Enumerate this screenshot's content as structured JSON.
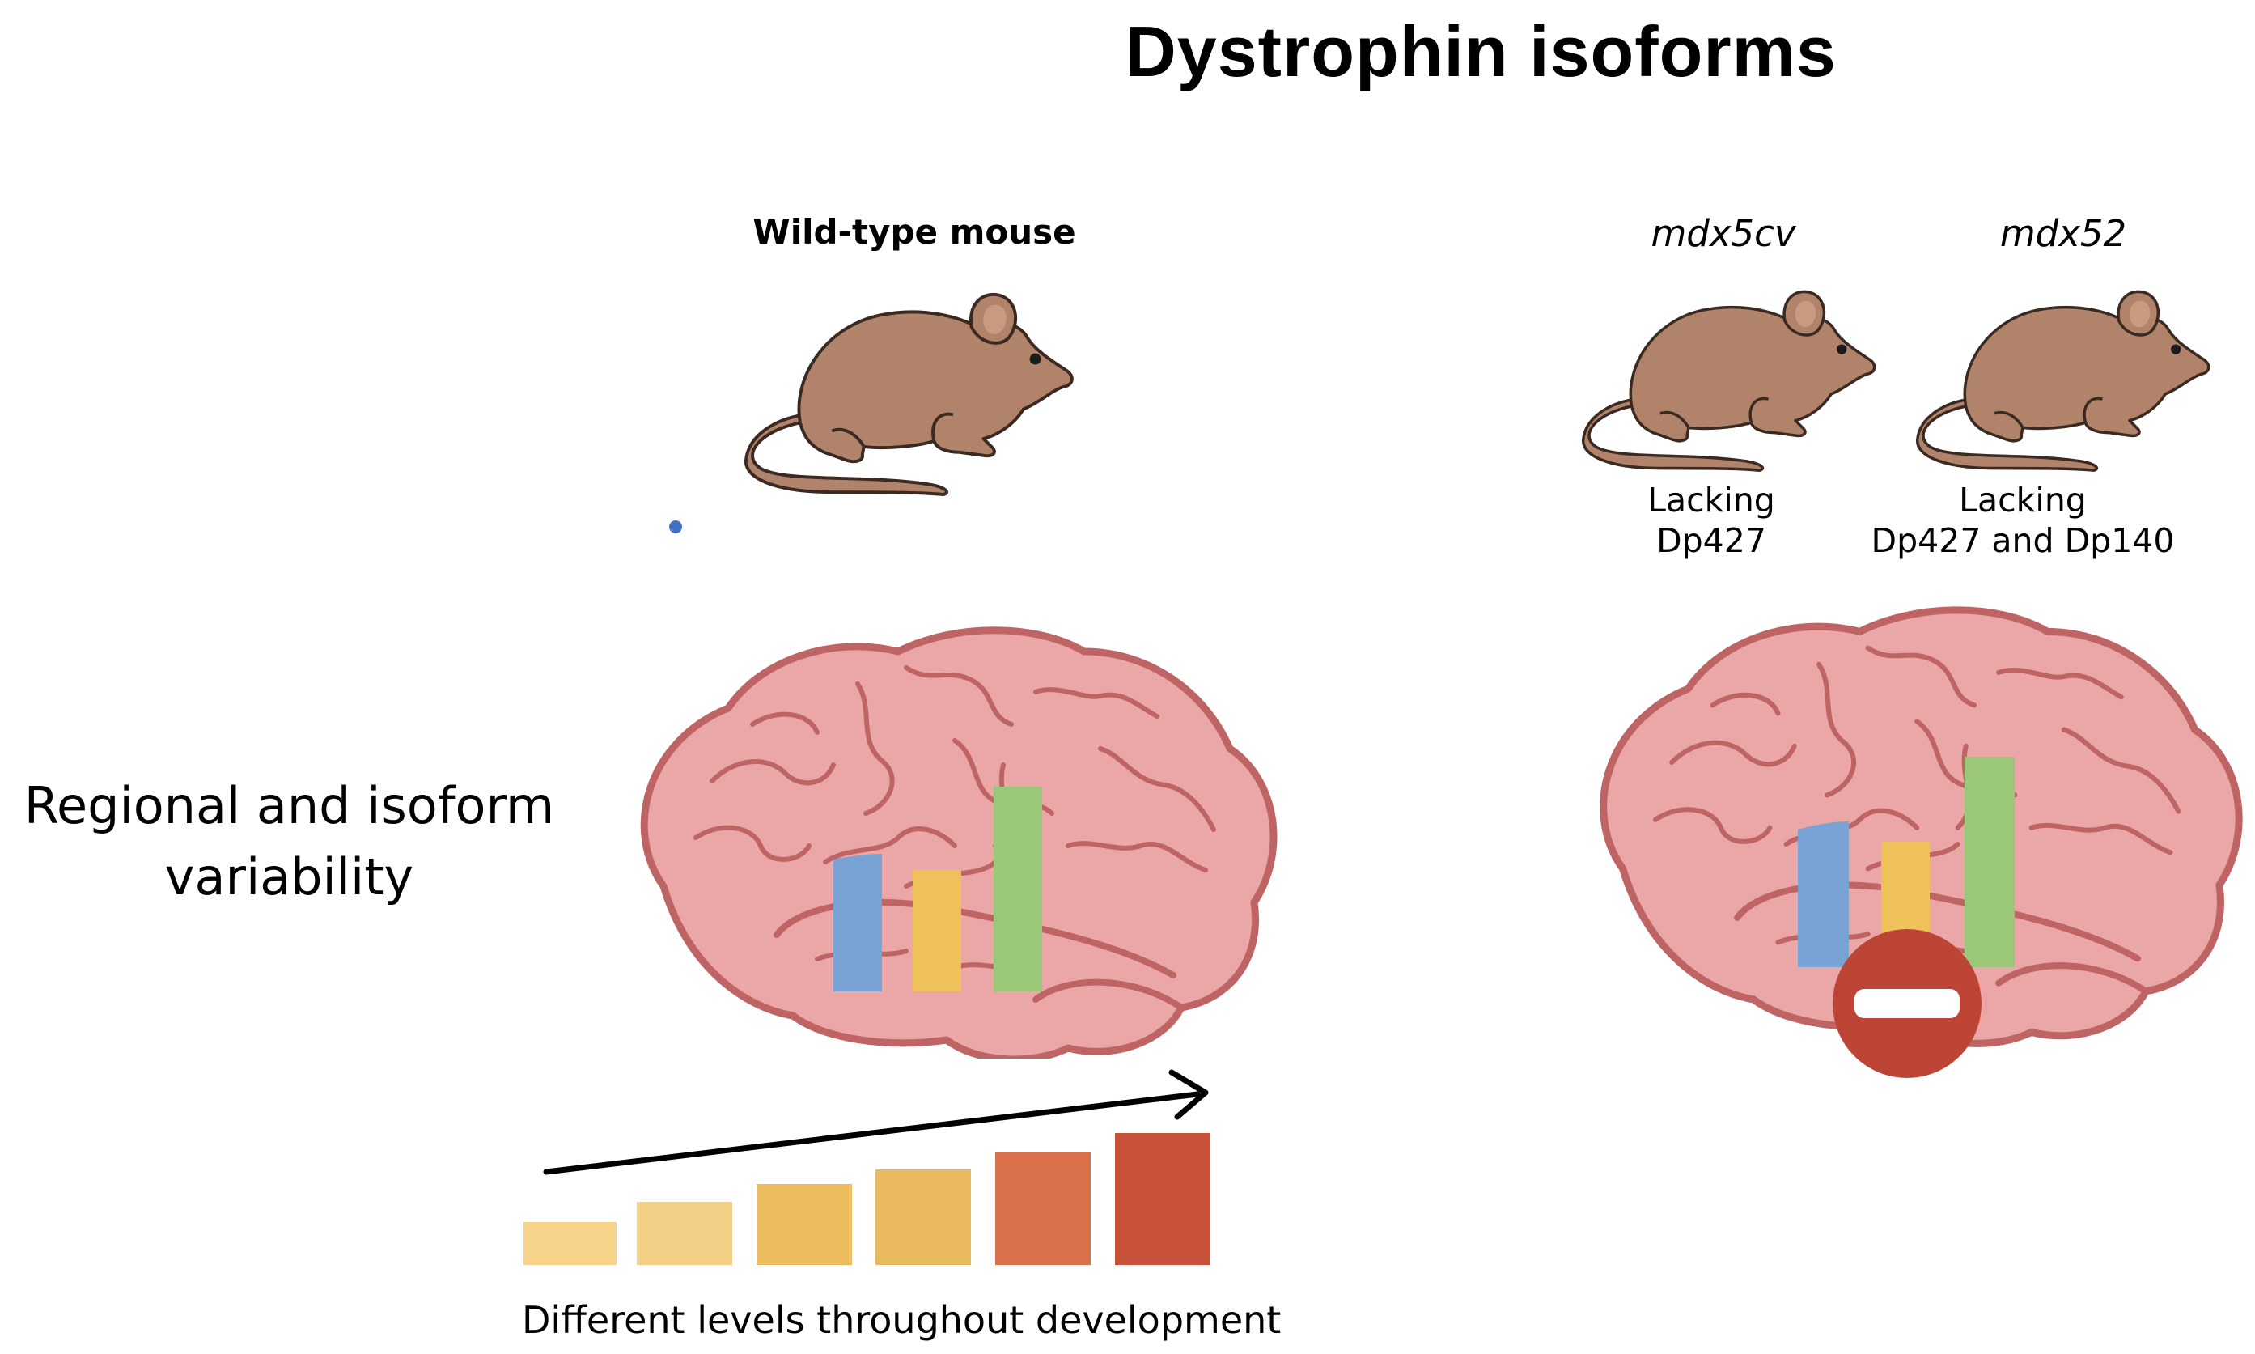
{
  "title": "Dystrophin isoforms",
  "wild_type": {
    "label": "Wild-type mouse"
  },
  "mdx5cv": {
    "name": "mdx5cv",
    "caption_line1": "Lacking",
    "caption_line2": "Dp427"
  },
  "mdx52": {
    "name": "mdx52",
    "caption_line1": "Lacking",
    "caption_line2": "Dp427 and Dp140"
  },
  "side_text": {
    "line1": "Regional and isoform",
    "line2": "variability"
  },
  "development_caption": "Different levels throughout development",
  "icons": {
    "mouse": "mouse-icon",
    "brain": "brain-icon",
    "no_entry": "no-entry-icon",
    "arrow": "arrow-icon"
  },
  "colors": {
    "mouse_fill": "#B0836A",
    "brain_fill": "#EBA7A7",
    "brain_stroke": "#BF6464",
    "bar_blue": "#78A3D4",
    "bar_yellow": "#EEC15A",
    "bar_green": "#9BC779",
    "no_entry_red": "#BC4535",
    "dev_bar_colors": [
      "#F6D389",
      "#F4CF86",
      "#EBBB5C",
      "#E9BA5D",
      "#DA7049",
      "#C9533A"
    ]
  }
}
